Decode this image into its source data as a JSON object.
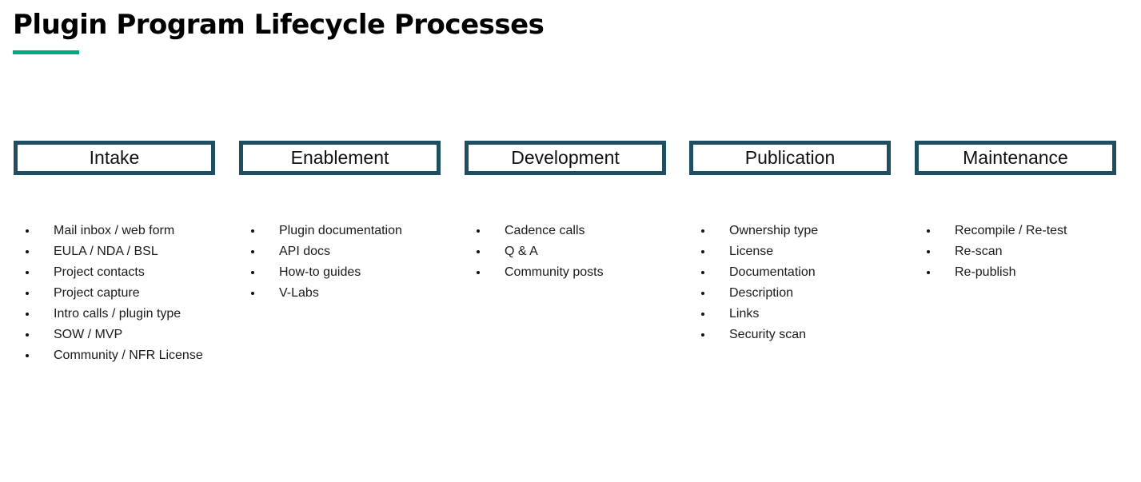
{
  "page": {
    "title": "Plugin Program Lifecycle Processes",
    "accent_color": "#01a982",
    "box_border_color": "#1e4e5f"
  },
  "stages": [
    {
      "label": "Intake",
      "items": [
        "Mail inbox / web form",
        "EULA / NDA / BSL",
        "Project contacts",
        "Project capture",
        "Intro calls / plugin type",
        "SOW / MVP",
        "Community / NFR License"
      ]
    },
    {
      "label": "Enablement",
      "items": [
        "Plugin documentation",
        "API docs",
        "How-to guides",
        "V-Labs"
      ]
    },
    {
      "label": "Development",
      "items": [
        "Cadence calls",
        "Q & A",
        "Community posts"
      ]
    },
    {
      "label": "Publication",
      "items": [
        "Ownership type",
        "License",
        "Documentation",
        "Description",
        "Links",
        "Security scan"
      ]
    },
    {
      "label": "Maintenance",
      "items": [
        "Recompile / Re-test",
        "Re-scan",
        "Re-publish"
      ]
    }
  ]
}
